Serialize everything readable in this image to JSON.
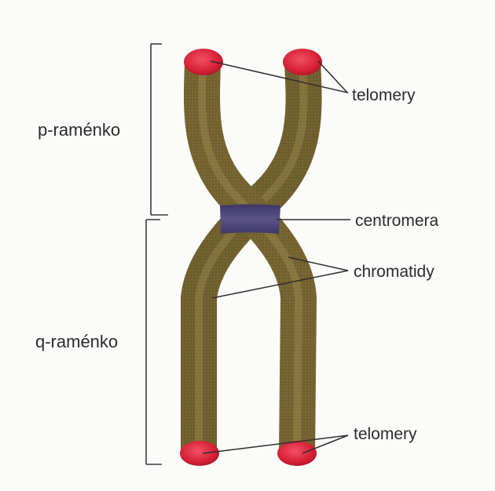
{
  "labels": {
    "p_arm": "p-raménko",
    "q_arm": "q-raménko",
    "telomeres_top": "telomery",
    "centromere": "centromera",
    "chromatids": "chromatidy",
    "telomeres_bottom": "telomery"
  },
  "colors": {
    "chromatid": "#7d6b33",
    "chromatid_dark": "#4f4320",
    "chromatid_light": "#a8944f",
    "telomere": "#d9243a",
    "centromere": "#4d4677",
    "leader_lines": "#2e2e2e",
    "bracket": "#3a3a3a"
  }
}
